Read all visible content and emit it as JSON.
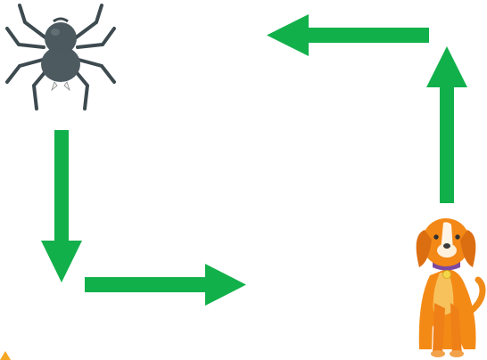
{
  "diagram": {
    "background": "#ffffff",
    "arrow_color": "#12b04b",
    "nodes": [
      {
        "id": "spider",
        "icon": "spider-icon"
      },
      {
        "id": "dog",
        "icon": "dog-icon"
      }
    ],
    "edges": [
      {
        "from": "spider",
        "to": "corner",
        "direction": "down"
      },
      {
        "from": "corner",
        "to": "right",
        "direction": "right"
      },
      {
        "from": "dog",
        "to": "up",
        "direction": "up"
      },
      {
        "from": "up",
        "to": "left",
        "direction": "left"
      }
    ],
    "partial_icon": "partial-warning-icon"
  }
}
